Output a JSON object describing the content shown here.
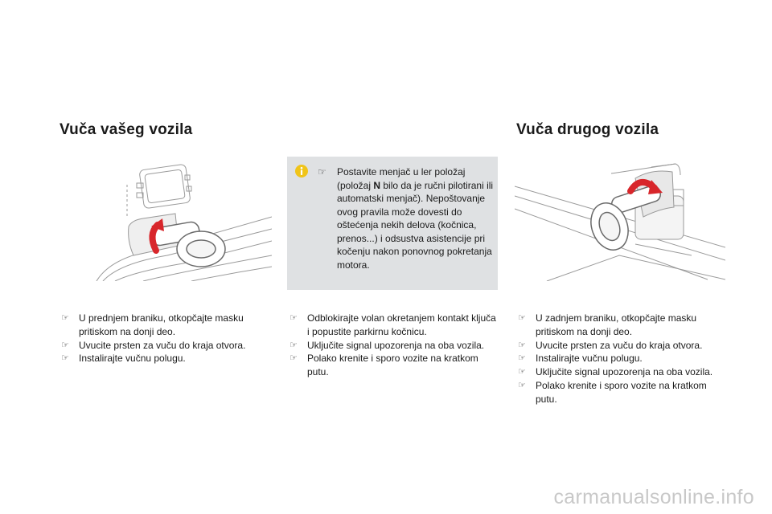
{
  "sections": {
    "left_heading": "Vuča vašeg vozila",
    "right_heading": "Vuča drugog vozila"
  },
  "info_box": {
    "bullet": "",
    "text_before_bold": "Postavite menjač u ler položaj (položaj ",
    "bold": "N",
    "text_after_bold": " bilo da je ručni pilotirani ili automatski menjač). Nepoštovanje ovog pravila može dovesti do oštećenja nekih delova (kočnica, prenos...) i odsustva asistencije pri kočenju nakon ponovnog pokretanja motora."
  },
  "bullet_symbol": "☞",
  "steps_left": [
    "U prednjem braniku, otkopčajte masku pritiskom na donji deo.",
    "Uvucite prsten za vuču do kraja otvora.",
    "Instalirajte vučnu polugu."
  ],
  "steps_middle": [
    "Odblokirajte volan okretanjem kontakt ključa i popustite parkirnu kočnicu.",
    "Uključite signal upozorenja na oba vozila.",
    "Polako krenite i sporo vozite na kratkom putu."
  ],
  "steps_right": [
    "U zadnjem braniku, otkopčajte masku pritiskom na donji deo.",
    "Uvucite prsten za vuču do kraja otvora.",
    "Instalirajte vučnu polugu.",
    "Uključite signal upozorenja na oba vozila.",
    "Polako krenite i sporo vozite na kratkom putu."
  ],
  "icons": {
    "info": "info-icon",
    "arrow": "rotate-arrow-icon"
  },
  "colors": {
    "info_box_bg": "#dfe1e3",
    "info_icon": "#f0c419",
    "arrow_red": "#d8262b"
  },
  "watermark": "carmanualsonline.info"
}
